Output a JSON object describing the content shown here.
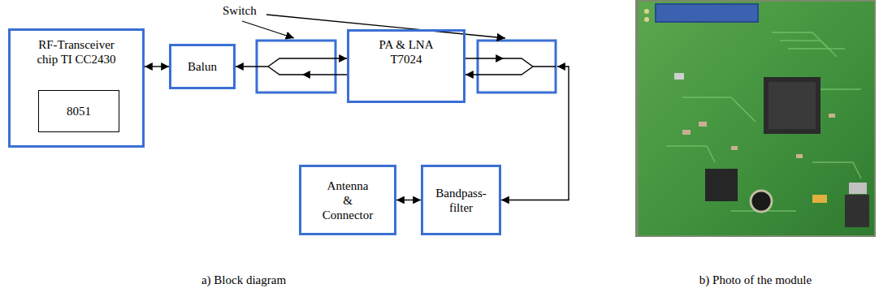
{
  "diagram": {
    "nodes": [
      {
        "text": [
          "RF-Transceiver chip TI CC2430"
        ]
      },
      {
        "text": [
          "8051"
        ],
        "in": 0
      },
      {
        "text": [
          "Balun"
        ]
      },
      {
        "text": [
          "PA & LNA T7024"
        ]
      },
      {
        "text": [
          "Antenna & Connector"
        ]
      },
      {
        "text": [
          "Bandpass-filter"
        ]
      }
    ],
    "edges": [
      {
        "from": 0,
        "to": 2,
        "arrow": "both"
      },
      {
        "from": 2,
        "to": 3,
        "arrow": "both"
      },
      {
        "from": 3,
        "to": 5,
        "arrow": "both"
      },
      {
        "from": 4,
        "to": 5,
        "arrow": "both"
      }
    ],
    "labels": [
      "Switch",
      "a) Block diagram",
      "b) Photo of the module"
    ]
  }
}
